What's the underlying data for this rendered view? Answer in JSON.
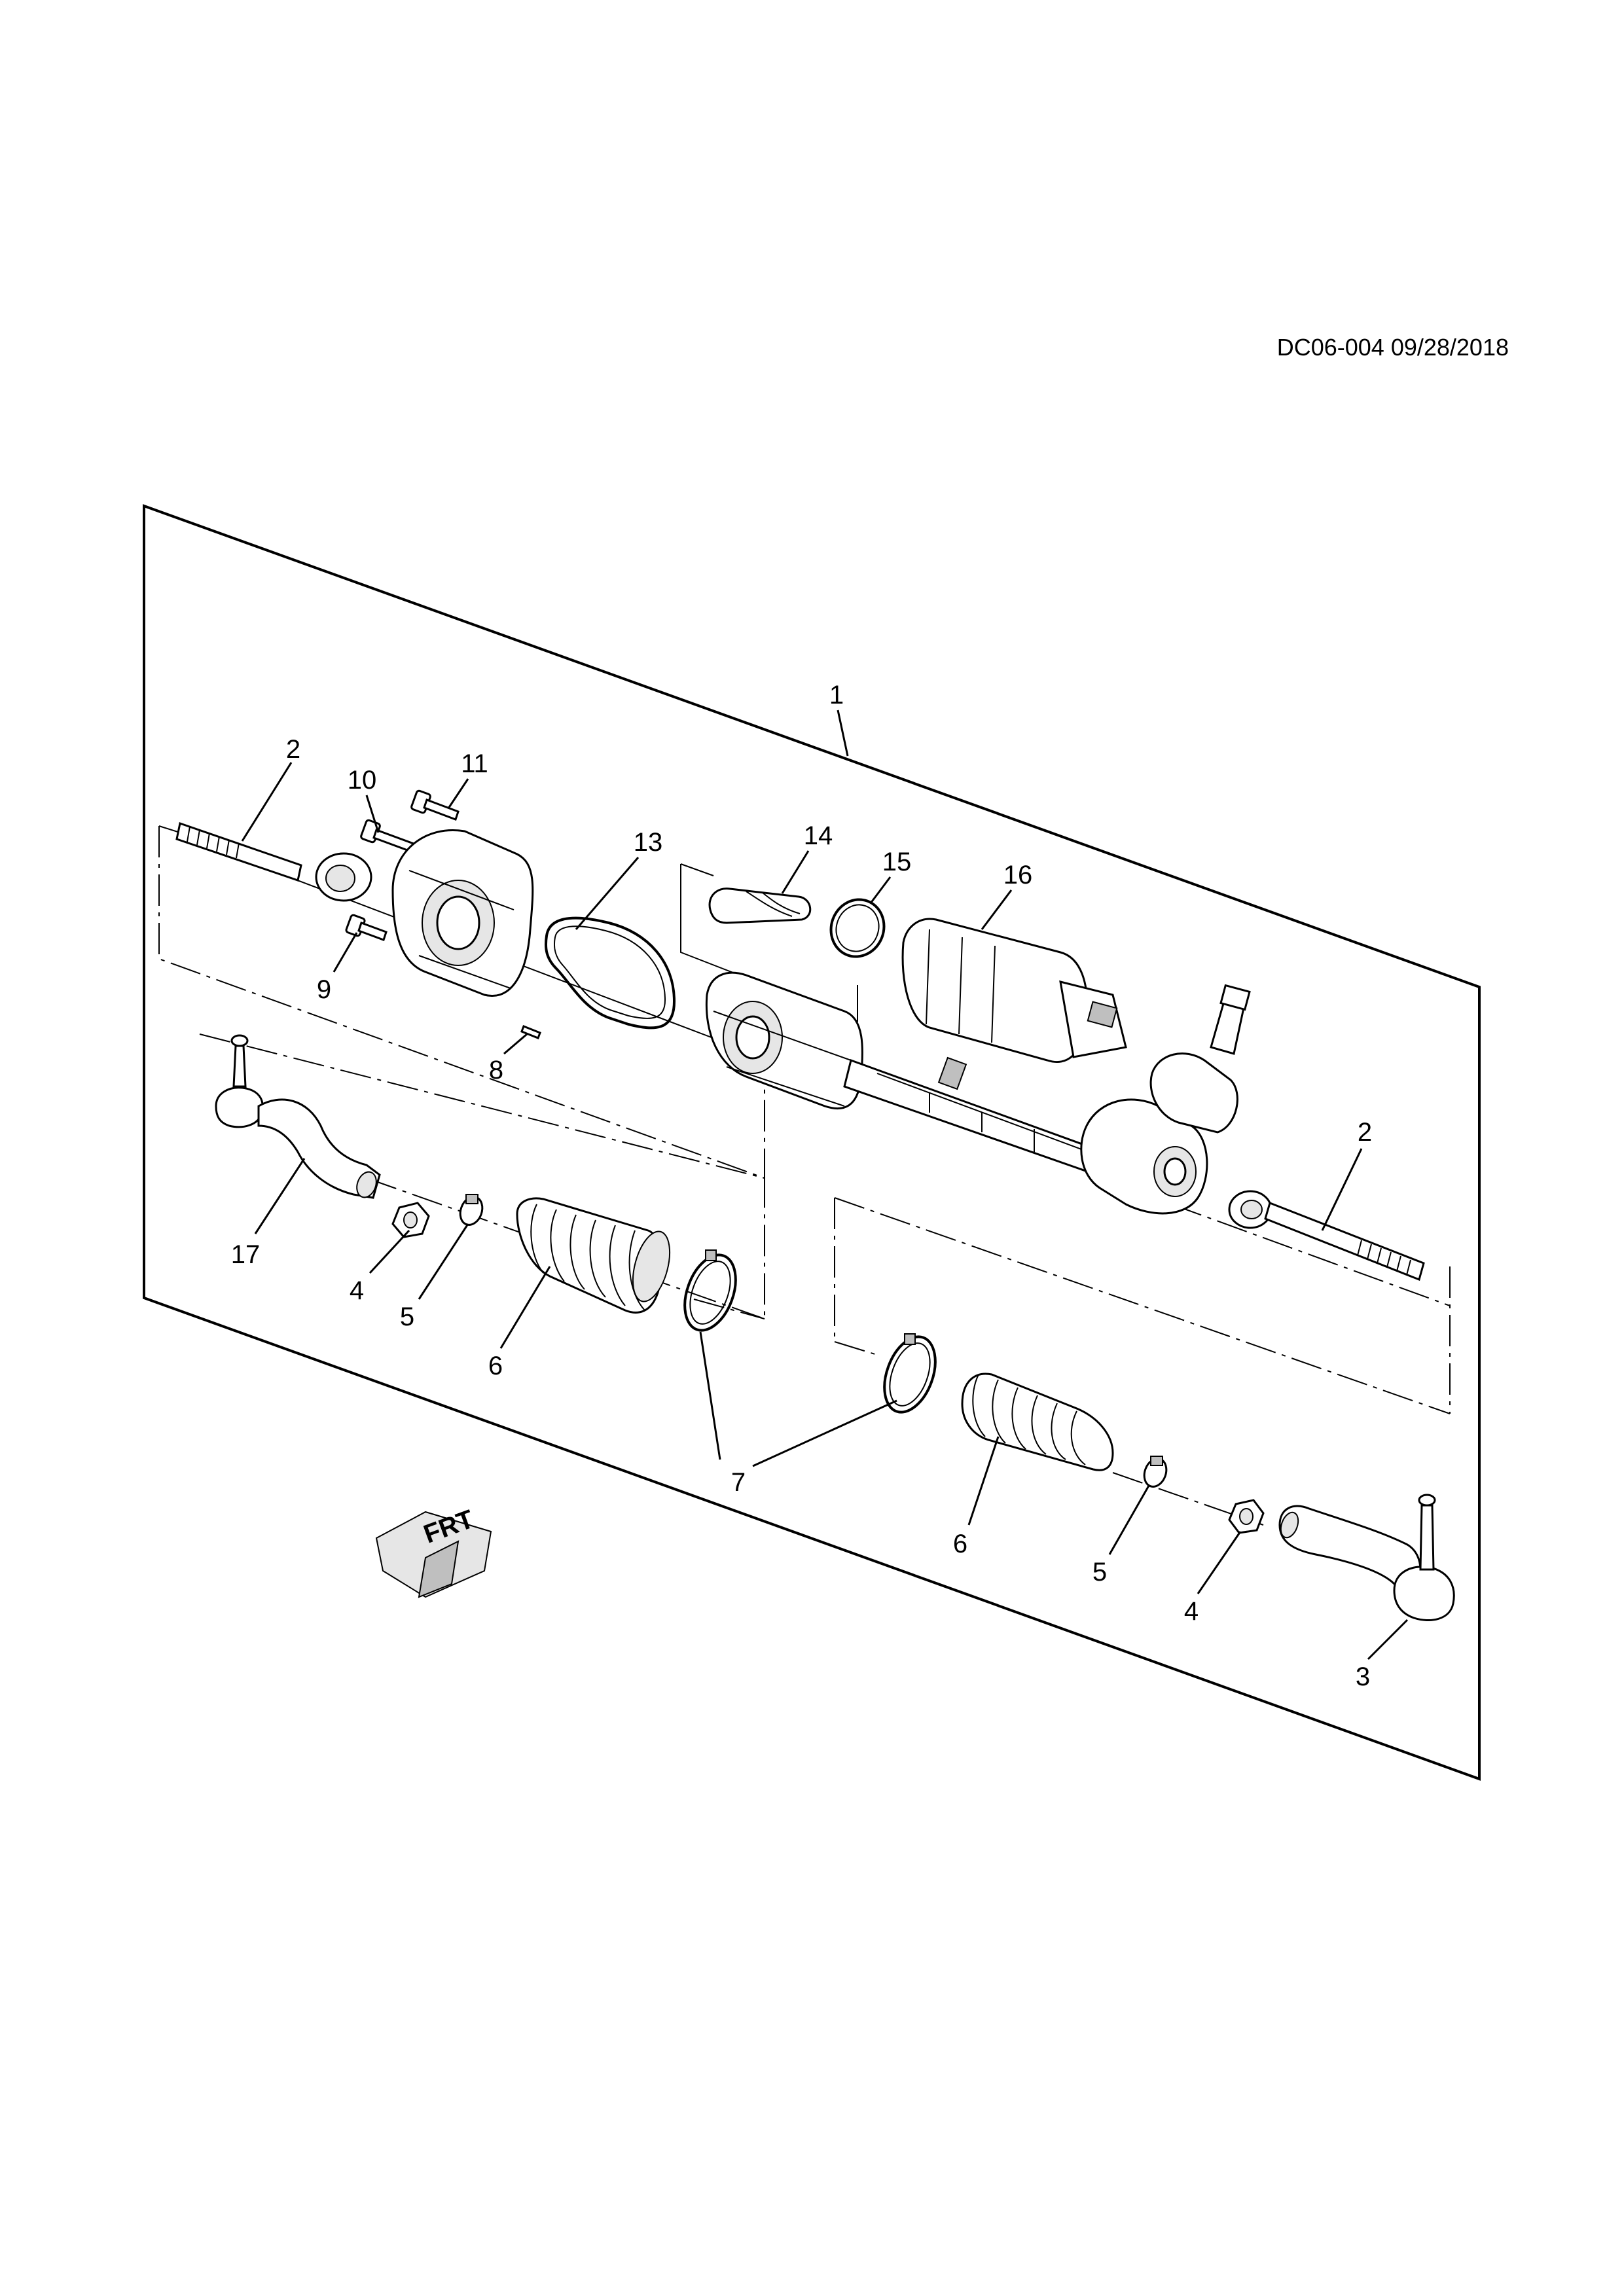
{
  "document_id": "DC06-004 09/28/2018",
  "orientation_label": "FRT",
  "callouts": {
    "assembly": "1",
    "inner_tie_rod_left": "2",
    "inner_tie_rod_right": "2",
    "outer_tie_rod_right": "3",
    "nut_left": "4",
    "nut_right": "4",
    "clamp_left": "5",
    "clamp_right": "5",
    "boot_left": "6",
    "boot_right": "6",
    "boot_clamp": "7",
    "pin": "8",
    "bolt_9": "9",
    "bolt_10": "10",
    "bolt_11": "11",
    "seal_13": "13",
    "part_14": "14",
    "oring_15": "15",
    "motor_16": "16",
    "outer_tie_rod_left": "17"
  }
}
